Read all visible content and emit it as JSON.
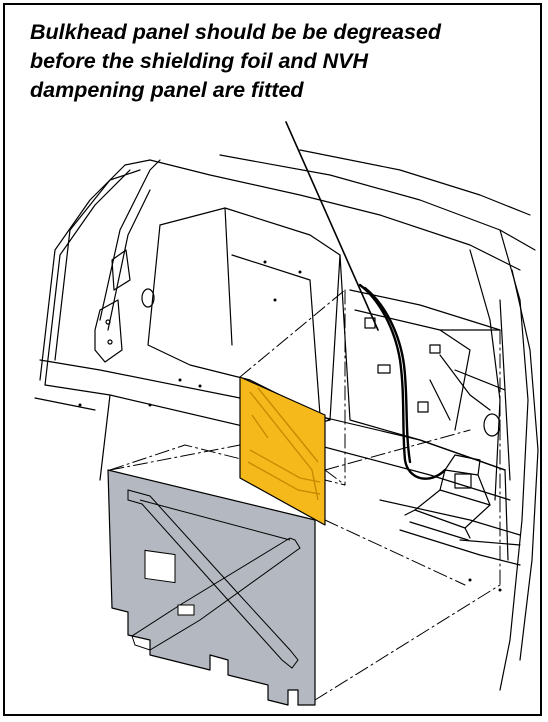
{
  "caption": {
    "lines": [
      "Bulkhead panel should be be degreased",
      "before the shielding foil and NVH",
      "dampening panel are fitted"
    ]
  },
  "colors": {
    "shielding_foil": "#f6b91c",
    "foil_ribs": "#e9a300",
    "nvh_panel": "#b4b8c0",
    "line": "#000000",
    "background": "#ffffff"
  }
}
